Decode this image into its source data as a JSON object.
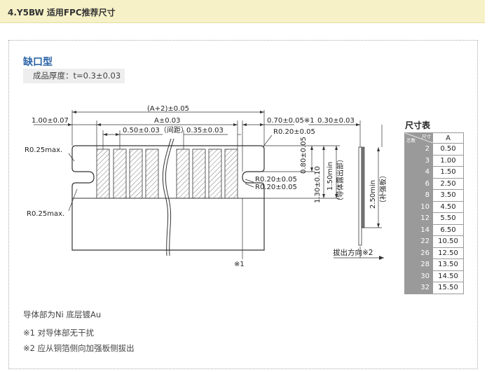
{
  "header": {
    "title": "4.Y5BW 适用FPC推荐尺寸"
  },
  "section": {
    "title": "缺口型",
    "thickness": "成品厚度：t=0.3±0.03"
  },
  "drawing": {
    "dim_a_plus_2": "(A+2)±0.05",
    "dim_1_00": "1.00±0.07",
    "dim_a": "A±0.03",
    "dim_pitch": "0.50±0.03（间距）",
    "dim_0_35": "0.35±0.03",
    "dim_0_70": "0.70±0.05※1",
    "dim_0_30": "0.30±0.03",
    "r020_top": "R0.20±0.05",
    "r025_top": "R0.25max.",
    "r025_bottom": "R0.25max.",
    "r020_mid1": "R0.20±0.05",
    "r020_mid2": "R0.20±0.05",
    "v_080": "0.80±0.05",
    "v_130": "1.30±0.10",
    "v_150": "1.50min",
    "v_150_note": "（导体露出部）",
    "v_250": "2.50min",
    "v_250_note": "（补强板）",
    "note1_marker": "※1",
    "pull_direction": "拔出方向※2"
  },
  "dim_table": {
    "title": "尺寸表",
    "header_size": "尺寸",
    "header_core": "芯数",
    "header_a": "A",
    "rows": [
      {
        "cores": "2",
        "a": "0.50"
      },
      {
        "cores": "3",
        "a": "1.00"
      },
      {
        "cores": "4",
        "a": "1.50"
      },
      {
        "cores": "6",
        "a": "2.50"
      },
      {
        "cores": "8",
        "a": "3.50"
      },
      {
        "cores": "10",
        "a": "4.50"
      },
      {
        "cores": "12",
        "a": "5.50"
      },
      {
        "cores": "14",
        "a": "6.50"
      },
      {
        "cores": "22",
        "a": "10.50"
      },
      {
        "cores": "26",
        "a": "12.50"
      },
      {
        "cores": "28",
        "a": "13.50"
      },
      {
        "cores": "30",
        "a": "14.50"
      },
      {
        "cores": "32",
        "a": "15.50"
      }
    ]
  },
  "notes": {
    "plating": "导体部为Ni 底层镀Au",
    "n1": "※1  对导体部无干扰",
    "n2": "※2  应从铜箔侧向加强板侧拔出"
  }
}
